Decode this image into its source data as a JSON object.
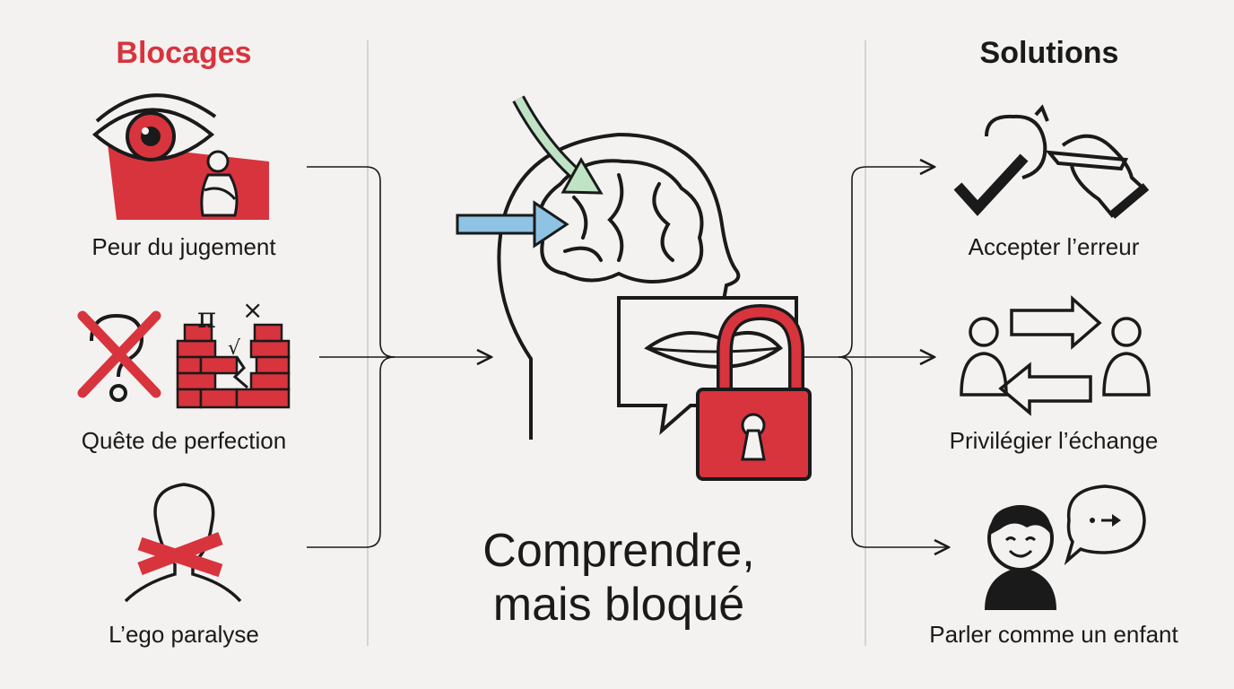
{
  "colors": {
    "background": "#f3f2f0",
    "accent_red": "#d8343e",
    "ink": "#1a1a1a",
    "divider": "#c9c9c9",
    "arrow_green": "#bfe3c4",
    "arrow_blue": "#8fc3e4"
  },
  "headings": {
    "left": "Blocages",
    "right": "Solutions"
  },
  "blockers": [
    {
      "label": "Peur du jugement",
      "icon": "watching-eye-icon"
    },
    {
      "label": "Quête de perfection",
      "icon": "perfection-wall-icon"
    },
    {
      "label": "L’ego paralyse",
      "icon": "taped-mouth-person-icon"
    }
  ],
  "solutions": [
    {
      "label": "Accepter l’erreur",
      "icon": "accept-mistake-icon"
    },
    {
      "label": "Privilégier l’échange",
      "icon": "exchange-icon"
    },
    {
      "label": "Parler comme un enfant",
      "icon": "child-speaking-icon"
    }
  ],
  "center": {
    "title_line1": "Comprendre,",
    "title_line2": "mais bloqué",
    "icon": "locked-speech-head-icon"
  }
}
